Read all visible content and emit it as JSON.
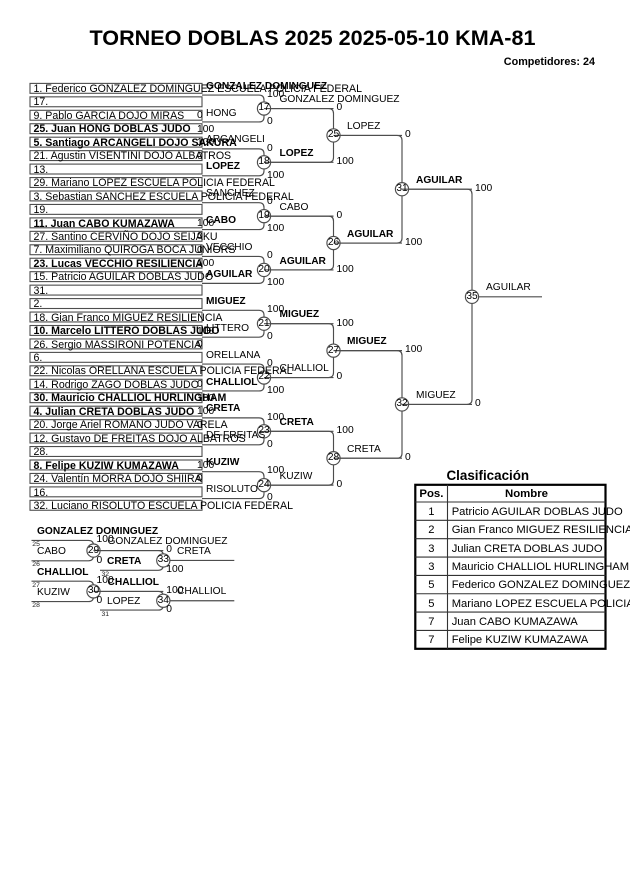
{
  "header": {
    "title": "TORNEO DOBLAS 2025 2025-05-10 KMA-81",
    "competitors": "Competidores: 24"
  },
  "bracket": {
    "slots": [
      {
        "text": "1. Federico GONZALEZ DOMINGUEZ ESCUELA POLICIA FEDERAL",
        "bold": false,
        "score": ""
      },
      {
        "text": "17.",
        "bold": false,
        "score": ""
      },
      {
        "text": "9. Pablo GARCIA DOJO MIRAS",
        "bold": false,
        "score": "0"
      },
      {
        "text": "25. Juan HONG DOBLAS JUDO",
        "bold": true,
        "score": "100"
      },
      {
        "text": "5. Santiago ARCANGELI DOJO SAKURA",
        "bold": true,
        "score": "100"
      },
      {
        "text": "21. Agustin VISENTINI DOJO ALBATROS",
        "bold": false,
        "score": "0"
      },
      {
        "text": "13.",
        "bold": false,
        "score": ""
      },
      {
        "text": "29. Mariano LOPEZ ESCUELA POLICIA FEDERAL",
        "bold": false,
        "score": ""
      },
      {
        "text": "3. Sebastian SANCHEZ ESCUELA POLICIA FEDERAL",
        "bold": false,
        "score": ""
      },
      {
        "text": "19.",
        "bold": false,
        "score": ""
      },
      {
        "text": "11. Juan CABO KUMAZAWA",
        "bold": true,
        "score": "100"
      },
      {
        "text": "27. Santino CERVIÑO DOJO SEIJAKU",
        "bold": false,
        "score": "0"
      },
      {
        "text": "7. Maximiliano QUIROGA BOCA JUNIORS",
        "bold": false,
        "score": "0"
      },
      {
        "text": "23. Lucas VECCHIO RESILIENCIA",
        "bold": true,
        "score": "100"
      },
      {
        "text": "15. Patricio AGUILAR DOBLAS JUDO",
        "bold": false,
        "score": ""
      },
      {
        "text": "31.",
        "bold": false,
        "score": ""
      },
      {
        "text": "2.",
        "bold": false,
        "score": ""
      },
      {
        "text": "18. Gian Franco MIGUEZ RESILIENCIA",
        "bold": false,
        "score": ""
      },
      {
        "text": "10. Marcelo LITTERO DOBLAS JUDO",
        "bold": true,
        "score": "100"
      },
      {
        "text": "26. Sergio MASSIRONI POTENCIA",
        "bold": false,
        "score": "0"
      },
      {
        "text": "6.",
        "bold": false,
        "score": ""
      },
      {
        "text": "22. Nicolas ORELLANA ESCUELA POLICIA FEDERAL",
        "bold": false,
        "score": ""
      },
      {
        "text": "14. Rodrigo ZAGO DOBLAS JUDO",
        "bold": false,
        "score": "0"
      },
      {
        "text": "30. Mauricio CHALLIOL HURLINGHAM",
        "bold": true,
        "score": "100"
      },
      {
        "text": "4. Julian CRETA DOBLAS JUDO",
        "bold": true,
        "score": "100"
      },
      {
        "text": "20. Jorge Ariel ROMANO JUDO VARELA",
        "bold": false,
        "score": "0"
      },
      {
        "text": "12. Gustavo DE FREITAS DOJO ALBATROS",
        "bold": false,
        "score": ""
      },
      {
        "text": "28.",
        "bold": false,
        "score": ""
      },
      {
        "text": "8. Felipe KUZIW KUMAZAWA",
        "bold": true,
        "score": "100"
      },
      {
        "text": "24. Valentín MORRA DOJO SHIIRA",
        "bold": false,
        "score": "0"
      },
      {
        "text": "16.",
        "bold": false,
        "score": ""
      },
      {
        "text": "32. Luciano RISOLUTO ESCUELA POLICIA FEDERAL",
        "bold": false,
        "score": ""
      }
    ],
    "round2_labels": [
      {
        "text": "GONZALEZ DOMINGUEZ",
        "bold": true
      },
      {
        "text": "HONG",
        "bold": false
      },
      {
        "text": "ARCANGELI",
        "bold": false
      },
      {
        "text": "LOPEZ",
        "bold": true
      },
      {
        "text": "SANCHEZ",
        "bold": false
      },
      {
        "text": "CABO",
        "bold": true
      },
      {
        "text": "VECCHIO",
        "bold": false
      },
      {
        "text": "AGUILAR",
        "bold": true
      },
      {
        "text": "MIGUEZ",
        "bold": true
      },
      {
        "text": "LITTERO",
        "bold": false
      },
      {
        "text": "ORELLANA",
        "bold": false
      },
      {
        "text": "CHALLIOL",
        "bold": true
      },
      {
        "text": "CRETA",
        "bold": true
      },
      {
        "text": "DE FREITAS",
        "bold": false
      },
      {
        "text": "KUZIW",
        "bold": true
      },
      {
        "text": "RISOLUTO",
        "bold": false
      }
    ],
    "matches_r16": [
      {
        "num": "17",
        "score_top": "100",
        "score_bottom": "0",
        "winner": {
          "text": "GONZALEZ DOMINGUEZ",
          "bold": false
        }
      },
      {
        "num": "18",
        "score_top": "0",
        "score_bottom": "100",
        "winner": {
          "text": "LOPEZ",
          "bold": true
        }
      },
      {
        "num": "19",
        "score_top": "0",
        "score_bottom": "100",
        "winner": {
          "text": "CABO",
          "bold": false
        }
      },
      {
        "num": "20",
        "score_top": "0",
        "score_bottom": "100",
        "winner": {
          "text": "AGUILAR",
          "bold": true
        }
      },
      {
        "num": "21",
        "score_top": "100",
        "score_bottom": "0",
        "winner": {
          "text": "MIGUEZ",
          "bold": true
        }
      },
      {
        "num": "22",
        "score_top": "0",
        "score_bottom": "100",
        "winner": {
          "text": "CHALLIOL",
          "bold": false
        }
      },
      {
        "num": "23",
        "score_top": "100",
        "score_bottom": "0",
        "winner": {
          "text": "CRETA",
          "bold": true
        }
      },
      {
        "num": "24",
        "score_top": "100",
        "score_bottom": "0",
        "winner": {
          "text": "KUZIW",
          "bold": false
        }
      }
    ],
    "matches_qf": [
      {
        "num": "25",
        "score_top": "0",
        "score_bottom": "100",
        "winner": {
          "text": "LOPEZ",
          "bold": false
        }
      },
      {
        "num": "26",
        "score_top": "0",
        "score_bottom": "100",
        "winner": {
          "text": "AGUILAR",
          "bold": true
        }
      },
      {
        "num": "27",
        "score_top": "100",
        "score_bottom": "0",
        "winner": {
          "text": "MIGUEZ",
          "bold": true
        }
      },
      {
        "num": "28",
        "score_top": "100",
        "score_bottom": "0",
        "winner": {
          "text": "CRETA",
          "bold": false
        }
      }
    ],
    "matches_sf": [
      {
        "num": "31",
        "score_top": "0",
        "score_bottom": "100",
        "winner": {
          "text": "AGUILAR",
          "bold": true
        }
      },
      {
        "num": "32",
        "score_top": "100",
        "score_bottom": "0",
        "winner": {
          "text": "MIGUEZ",
          "bold": false
        }
      }
    ],
    "final": {
      "num": "35",
      "score_top": "100",
      "score_bottom": "0",
      "winner": {
        "text": "AGUILAR",
        "bold": false
      }
    }
  },
  "repechage": {
    "entrants": [
      {
        "text": "GONZALEZ DOMINGUEZ",
        "bold": true,
        "src": "25"
      },
      {
        "text": "CABO",
        "bold": false,
        "src": "26"
      },
      {
        "text": "CHALLIOL",
        "bold": true,
        "src": "27"
      },
      {
        "text": "KUZIW",
        "bold": false,
        "src": "28"
      }
    ],
    "round1": [
      {
        "num": "29",
        "score_top": "100",
        "score_bottom": "0",
        "winner": {
          "text": "GONZALEZ DOMINGUEZ",
          "bold": false
        }
      },
      {
        "num": "30",
        "score_top": "100",
        "score_bottom": "0",
        "winner": {
          "text": "CHALLIOL",
          "bold": true
        }
      }
    ],
    "dropins": [
      {
        "text": "CRETA",
        "bold": true,
        "src": "32"
      },
      {
        "text": "LOPEZ",
        "bold": false,
        "src": "31"
      }
    ],
    "finals": [
      {
        "num": "33",
        "score_top": "0",
        "score_bottom": "100",
        "winner": {
          "text": "CRETA",
          "bold": false
        }
      },
      {
        "num": "34",
        "score_top": "100",
        "score_bottom": "0",
        "winner": {
          "text": "CHALLIOL",
          "bold": false
        }
      }
    ]
  },
  "standings": {
    "title": "Clasificación",
    "headers": [
      "Pos.",
      "Nombre"
    ],
    "rows": [
      {
        "pos": "1",
        "name": "Patricio AGUILAR DOBLAS JUDO"
      },
      {
        "pos": "2",
        "name": "Gian Franco MIGUEZ RESILIENCIA"
      },
      {
        "pos": "3",
        "name": "Julian CRETA DOBLAS JUDO"
      },
      {
        "pos": "3",
        "name": "Mauricio CHALLIOL HURLINGHAM"
      },
      {
        "pos": "5",
        "name": "Federico GONZALEZ DOMINGUEZ ESCUELA POLICIA FEDERAL"
      },
      {
        "pos": "5",
        "name": "Mariano LOPEZ ESCUELA POLICIA FEDERAL"
      },
      {
        "pos": "7",
        "name": "Juan CABO KUMAZAWA"
      },
      {
        "pos": "7",
        "name": "Felipe KUZIW KUMAZAWA"
      }
    ]
  }
}
